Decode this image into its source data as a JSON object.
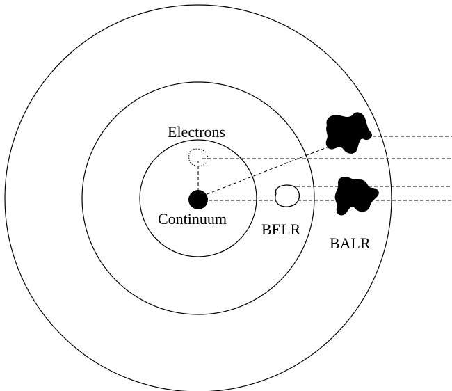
{
  "labels": {
    "electrons": "Electrons",
    "continuum": "Continuum",
    "belr": "BELR",
    "balr": "BALR"
  },
  "colors": {
    "ink": "#000000",
    "background": "#ffffff"
  }
}
